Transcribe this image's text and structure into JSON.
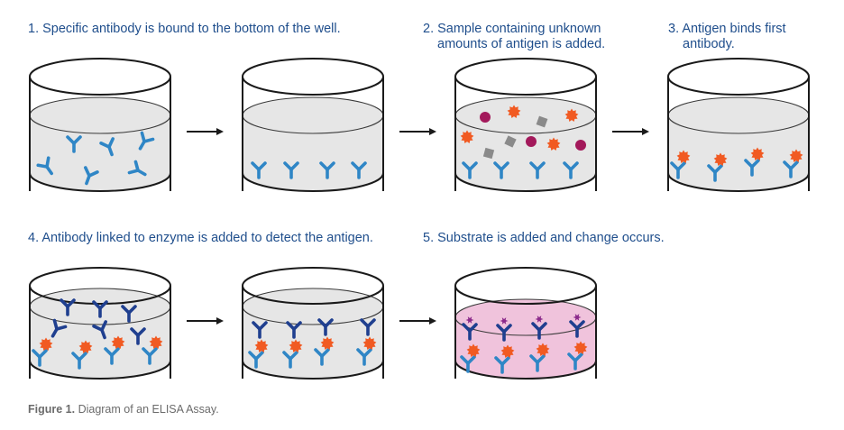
{
  "steps": {
    "step1": {
      "line1": "1. Specific antibody is bound to the bottom of the well."
    },
    "step2": {
      "line1": "2. Sample containing unknown",
      "line2": "amounts of antigen is added."
    },
    "step3": {
      "line1": "3. Antigen binds first",
      "line2": "antibody."
    },
    "step4": {
      "line1": "4. Antibody linked to enzyme is added to detect the antigen."
    },
    "step5": {
      "line1": "5. Substrate is added and change occurs."
    }
  },
  "caption": {
    "label": "Figure 1.",
    "text": " Diagram of an ELISA Assay."
  },
  "colors": {
    "text_blue": "#1f4e8c",
    "antibody_blue": "#2f86c6",
    "detection_antibody_navy": "#1f3f8f",
    "antigen_orange": "#f15a22",
    "purple_dot": "#a3195b",
    "gray_square": "#8a8a8a",
    "liquid_gray": "#e6e6e6",
    "liquid_pink": "#f0c3dc",
    "enzyme_purple": "#8b2a8b",
    "caption_gray": "#6b6b6b"
  },
  "icons": [
    "capture-antibody-icon",
    "antigen-icon",
    "detection-antibody-icon",
    "enzyme-icon",
    "arrow-right-icon"
  ]
}
